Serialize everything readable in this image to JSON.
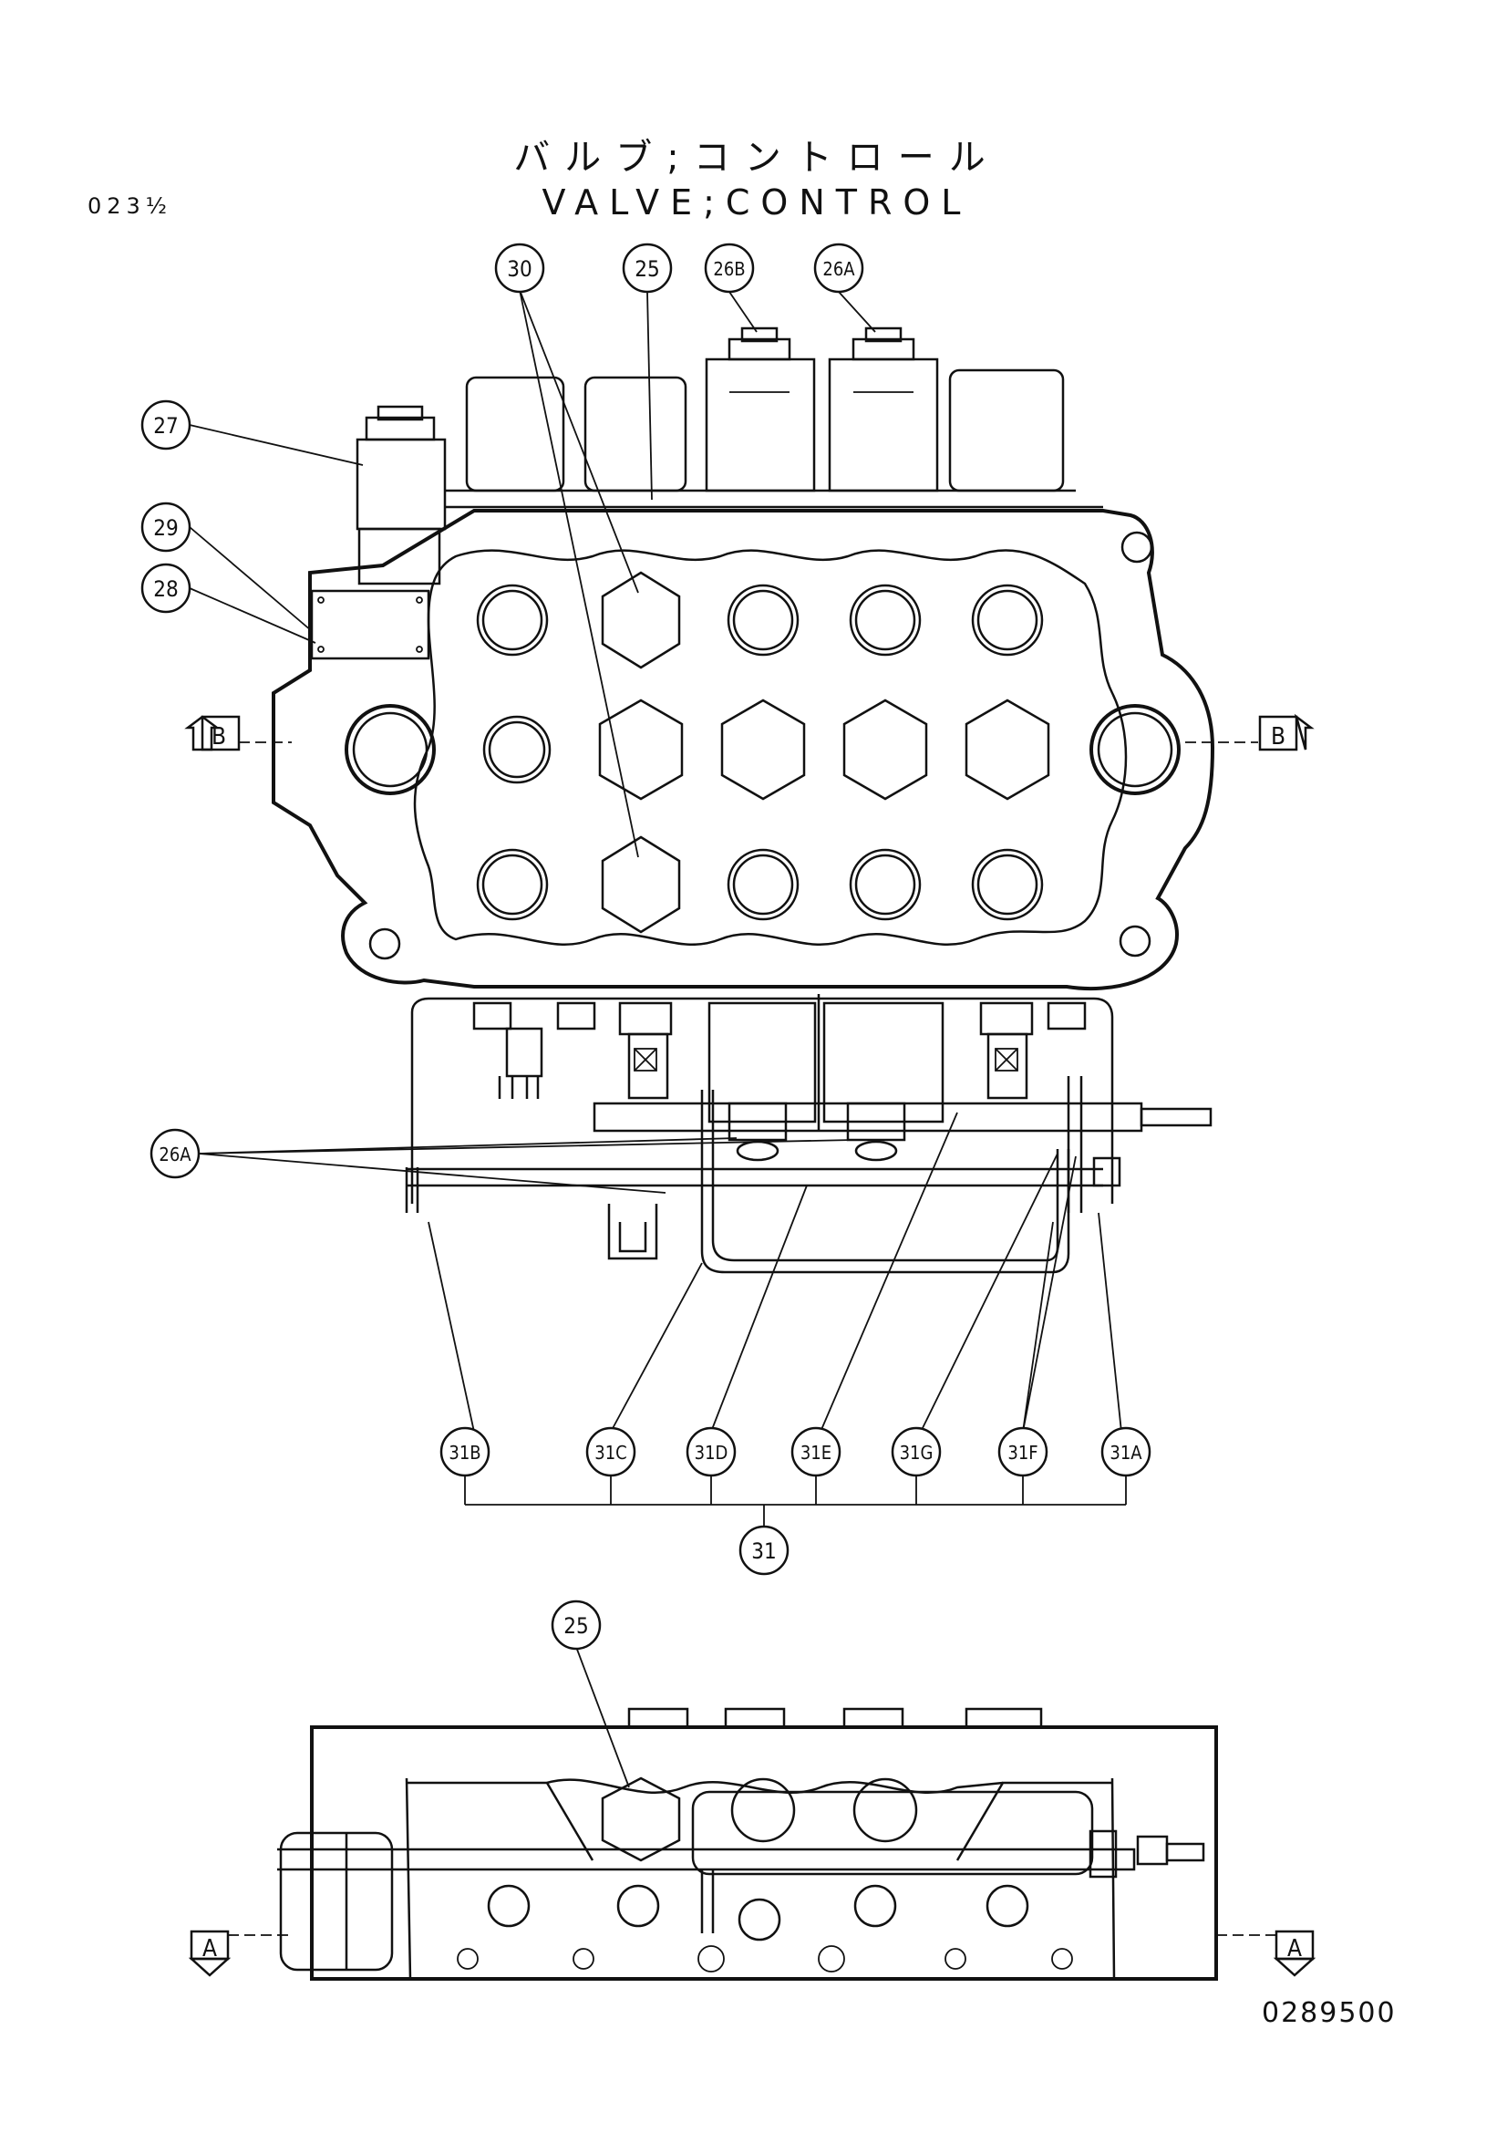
{
  "header": {
    "page_ref": "023½",
    "title_jp": "バルブ;コントロール",
    "title_en": "VALVE;CONTROL"
  },
  "callouts": {
    "c30": "30",
    "c25": "25",
    "c26b": "26B",
    "c26a": "26A",
    "c27": "27",
    "c29": "29",
    "c28": "28",
    "c26a_lower": "26A",
    "c31b": "31B",
    "c31c": "31C",
    "c31d": "31D",
    "c31e": "31E",
    "c31g": "31G",
    "c31f": "31F",
    "c31a": "31A",
    "c31": "31",
    "c25_bottom": "25"
  },
  "section_marks": {
    "b_left": "B",
    "b_right": "B",
    "a_left": "A",
    "a_right": "A"
  },
  "footer": {
    "drawing_number": "0289500"
  }
}
